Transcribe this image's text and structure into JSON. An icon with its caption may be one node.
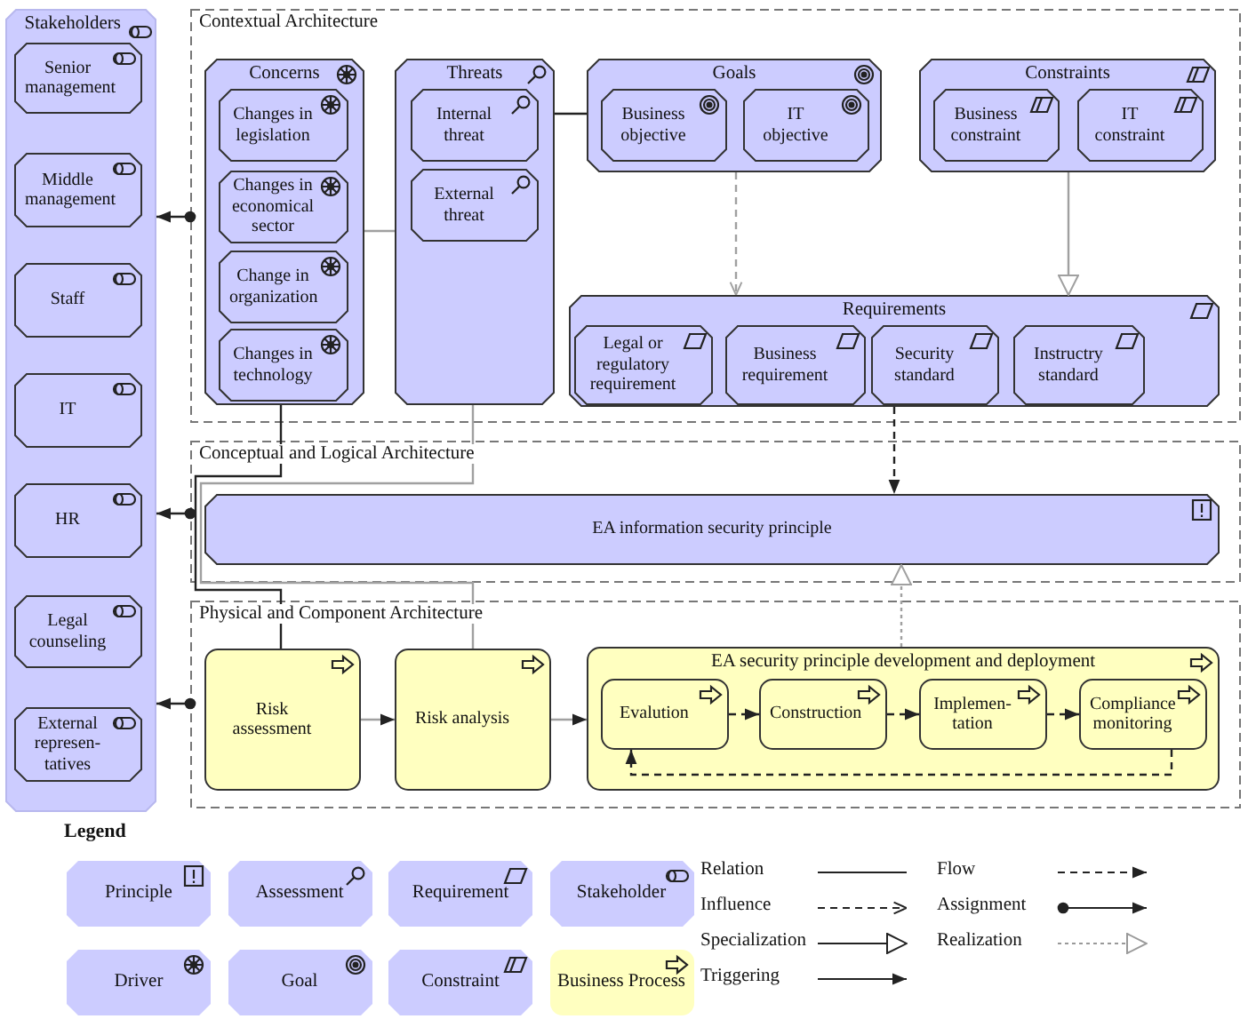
{
  "diagram": {
    "nodes": [
      {
        "text": [
          "Stakeholders"
        ]
      },
      {
        "text": [
          "Senior management"
        ],
        "in": 0
      },
      {
        "text": [
          "Middle management"
        ],
        "in": 0
      },
      {
        "text": [
          "Staff"
        ],
        "in": 0
      },
      {
        "text": [
          "IT"
        ],
        "in": 0
      },
      {
        "text": [
          "HR"
        ],
        "in": 0
      },
      {
        "text": [
          "Legal counseling"
        ],
        "in": 0
      },
      {
        "text": [
          "External represen-tatives"
        ],
        "in": 0
      },
      {
        "text": [
          "Contextual Architecture"
        ]
      },
      {
        "text": [
          "Concerns"
        ],
        "in": 8
      },
      {
        "text": [
          "Changes in legislation"
        ],
        "in": 9
      },
      {
        "text": [
          "Changes in economical sector"
        ],
        "in": 9
      },
      {
        "text": [
          "Change in organization"
        ],
        "in": 9
      },
      {
        "text": [
          "Changes in technology"
        ],
        "in": 9
      },
      {
        "text": [
          "Threats"
        ],
        "in": 8
      },
      {
        "text": [
          "Internal threat"
        ],
        "in": 14
      },
      {
        "text": [
          "External threat"
        ],
        "in": 14
      },
      {
        "text": [
          "Goals"
        ],
        "in": 8
      },
      {
        "text": [
          "Business objective"
        ],
        "in": 17
      },
      {
        "text": [
          "IT objective"
        ],
        "in": 17
      },
      {
        "text": [
          "Constraints"
        ],
        "in": 8
      },
      {
        "text": [
          "Business constraint"
        ],
        "in": 20
      },
      {
        "text": [
          "IT constraint"
        ],
        "in": 20
      },
      {
        "text": [
          "Requirements"
        ],
        "in": 8
      },
      {
        "text": [
          "Legal or regulatory requirement"
        ],
        "in": 23
      },
      {
        "text": [
          "Business requirement"
        ],
        "in": 23
      },
      {
        "text": [
          "Security standard"
        ],
        "in": 23
      },
      {
        "text": [
          "Instructry standard"
        ],
        "in": 23
      },
      {
        "text": [
          "Conceptual and Logical Architecture"
        ]
      },
      {
        "text": [
          "EA information security principle"
        ],
        "in": 28
      },
      {
        "text": [
          "Physical and Component Architecture"
        ]
      },
      {
        "text": [
          "Risk assessment"
        ],
        "in": 30
      },
      {
        "text": [
          "Risk analysis"
        ],
        "in": 30
      },
      {
        "text": [
          "EA security principle development and deployment"
        ],
        "in": 30
      },
      {
        "text": [
          "Evalution"
        ],
        "in": 33
      },
      {
        "text": [
          "Construction"
        ],
        "in": 33
      },
      {
        "text": [
          "Implemen-tation"
        ],
        "in": 33
      },
      {
        "text": [
          "Compliance monitoring"
        ],
        "in": 33
      }
    ],
    "edges": [
      {
        "from": 8,
        "to": 0,
        "arrow": "to"
      },
      {
        "from": 28,
        "to": 0,
        "arrow": "to"
      },
      {
        "from": 30,
        "to": 0,
        "arrow": "to"
      },
      {
        "from": 9,
        "to": 14,
        "arrow": "none",
        "color": "#a0a0a0"
      },
      {
        "from": 14,
        "to": 17,
        "arrow": "none"
      },
      {
        "from": 17,
        "to": 23,
        "arrow": "to",
        "style": "dashed",
        "color": "#a0a0a0"
      },
      {
        "from": 20,
        "to": 23,
        "arrow": "to",
        "color": "#a0a0a0"
      },
      {
        "from": 23,
        "to": 29,
        "arrow": "to",
        "style": "dashed"
      },
      {
        "from": 33,
        "to": 29,
        "arrow": "to",
        "style": "dashed",
        "color": "#a0a0a0"
      },
      {
        "from": 9,
        "to": 31,
        "arrow": "none"
      },
      {
        "from": 14,
        "to": 32,
        "arrow": "none",
        "color": "#a0a0a0"
      },
      {
        "from": 31,
        "to": 32,
        "arrow": "to",
        "color": "#a0a0a0"
      },
      {
        "from": 32,
        "to": 33,
        "arrow": "to",
        "color": "#a0a0a0"
      },
      {
        "from": 34,
        "to": 35,
        "arrow": "to",
        "style": "dashed"
      },
      {
        "from": 35,
        "to": 36,
        "arrow": "to",
        "style": "dashed"
      },
      {
        "from": 36,
        "to": 37,
        "arrow": "to",
        "style": "dashed"
      },
      {
        "from": 37,
        "to": 34,
        "arrow": "to",
        "style": "dashed"
      }
    ],
    "labels": [
      "Legend"
    ],
    "legend": [
      {
        "text": "Principle",
        "color": "#ccccff"
      },
      {
        "text": "Assessment",
        "color": "#ccccff"
      },
      {
        "text": "Requirement",
        "color": "#ccccff"
      },
      {
        "text": "Stakeholder",
        "color": "#ccccff"
      },
      {
        "text": "Driver",
        "color": "#ccccff"
      },
      {
        "text": "Goal",
        "color": "#ccccff"
      },
      {
        "text": "Constraint",
        "color": "#ccccff"
      },
      {
        "text": "Business Process",
        "color": "#ffffc0"
      },
      {
        "text": "Relation"
      },
      {
        "text": "Flow"
      },
      {
        "text": "Influence"
      },
      {
        "text": "Assignment"
      },
      {
        "text": "Specialization"
      },
      {
        "text": "Realization"
      },
      {
        "text": "Triggering"
      }
    ]
  }
}
